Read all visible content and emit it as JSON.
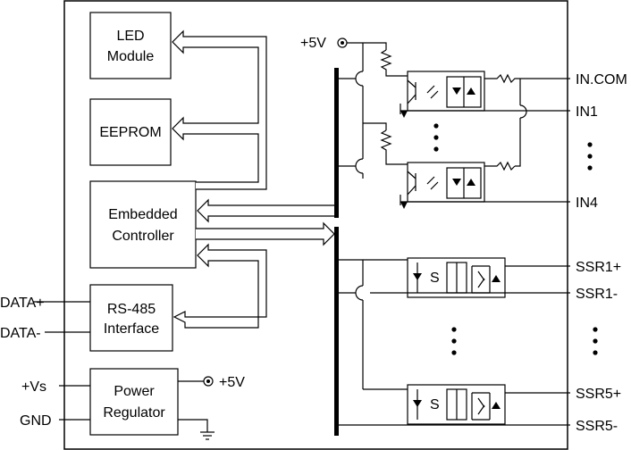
{
  "blocks": {
    "led": {
      "line1": "LED",
      "line2": "Module"
    },
    "eeprom": {
      "label": "EEPROM"
    },
    "controller": {
      "line1": "Embedded",
      "line2": "Controller"
    },
    "rs485": {
      "line1": "RS-485",
      "line2": "Interface"
    },
    "power": {
      "line1": "Power",
      "line2": "Regulator"
    }
  },
  "signals": {
    "data_plus": "DATA+",
    "data_minus": "DATA-",
    "vs": "+Vs",
    "gnd": "GND",
    "v5_reg": "+5V",
    "v5_top": "+5V",
    "in_com": "IN.COM",
    "in1": "IN1",
    "in4": "IN4",
    "ssr1p": "SSR1+",
    "ssr1m": "SSR1-",
    "ssr5p": "SSR5+",
    "ssr5m": "SSR5-"
  },
  "relay_letter_1": "S",
  "relay_letter_2": "S"
}
